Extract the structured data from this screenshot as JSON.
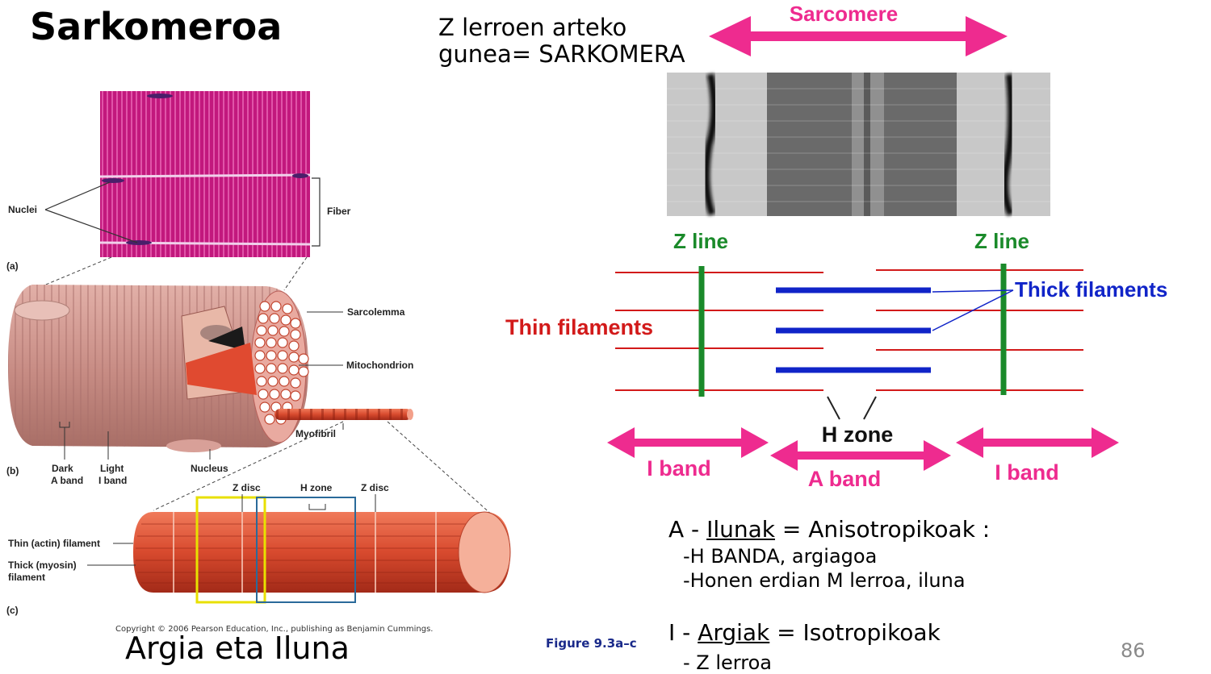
{
  "title": "Sarkomeroa",
  "z_definition": [
    "Z lerroen arteko",
    "gunea= SARKOMERA"
  ],
  "footer": {
    "argia_iluna": "Argia eta Iluna",
    "copyright": "Copyright © 2006 Pearson Education, Inc., publishing as Benjamin Cummings.",
    "figure_caption": "Figure 9.3a–c",
    "page_number": "86"
  },
  "muscle_figure": {
    "panel_a": "(a)",
    "panel_b": "(b)",
    "panel_c": "(c)",
    "nuclei": "Nuclei",
    "fiber": "Fiber",
    "sarcolemma": "Sarcolemma",
    "mitochondrion": "Mitochondrion",
    "myofibril": "Myofibril",
    "dark": "Dark",
    "a_band": "A band",
    "light": "Light",
    "i_band": "I band",
    "nucleus": "Nucleus",
    "z_disc_1": "Z disc",
    "h_zone": "H zone",
    "z_disc_2": "Z disc",
    "thin_actin": "Thin (actin) filament",
    "thick_myosin_1": "Thick (myosin)",
    "thick_myosin_2": "filament"
  },
  "sarcomere_figure": {
    "sarcomere": "Sarcomere",
    "z_line_left": "Z line",
    "z_line_right": "Z line",
    "thick_filaments": "Thick filaments",
    "thin_filaments": "Thin filaments",
    "h_zone": "H zone",
    "i_band_left": "I band",
    "a_band": "A band",
    "i_band_right": "I band"
  },
  "notes": {
    "a_prefix": "A - ",
    "a_term": "Ilunak",
    "a_rest": " = Anisotropikoak :",
    "a_line1": "-H BANDA, argiagoa",
    "a_line2": "-Honen erdian M lerroa, iluna",
    "i_prefix": "I - ",
    "i_term": "Argiak",
    "i_rest": " = Isotropikoak",
    "i_line1": "- Z lerroa"
  },
  "colors": {
    "magenta": "#ee2b8f",
    "green_z": "#1a8a2a",
    "blue_thick": "#1024c8",
    "red_thin": "#d21a1a",
    "tissue": "#c2187d"
  }
}
